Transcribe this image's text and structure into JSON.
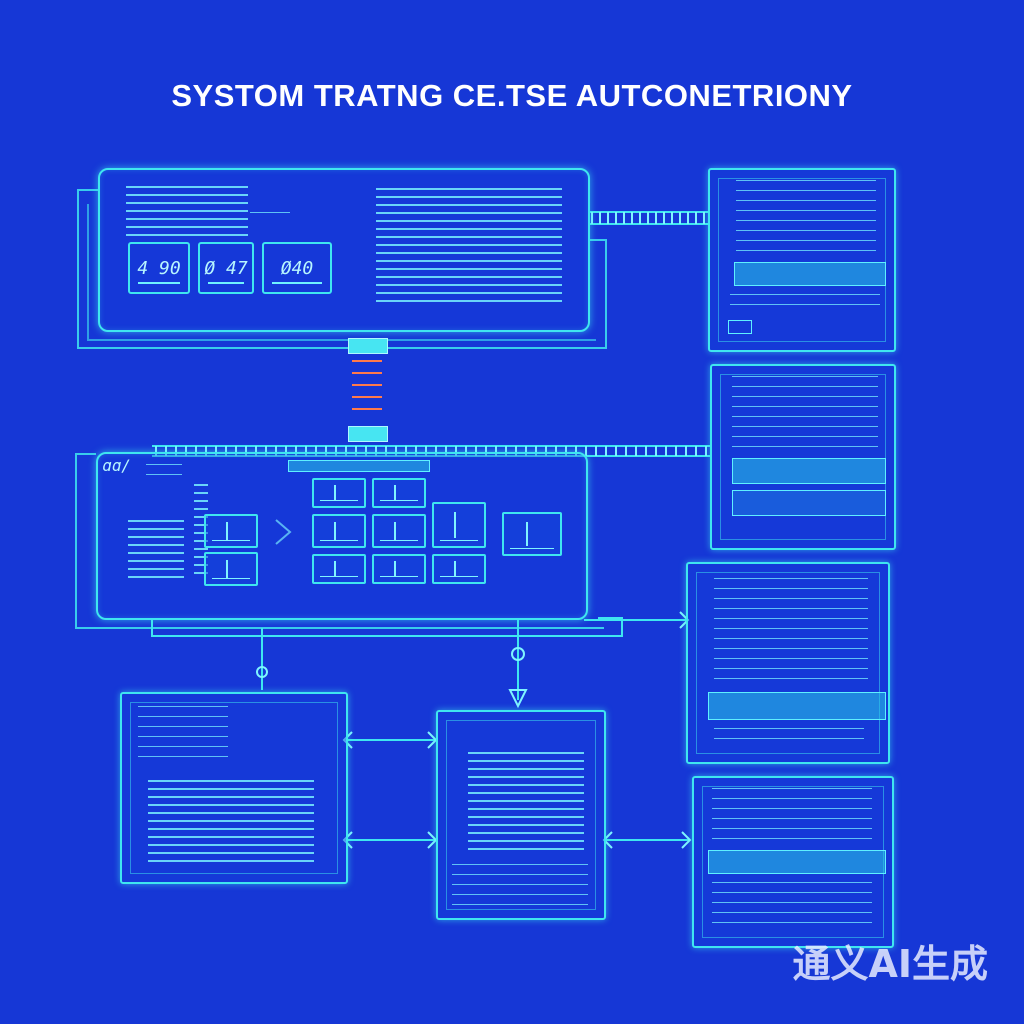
{
  "title": "SYSTOM TRATNG CE.TSE AUTCONETRIONY",
  "top_panel": {
    "readouts": [
      "4 90",
      "Ø 47",
      "Ø40"
    ]
  },
  "middle_panel": {
    "label": "ɑɑ/"
  },
  "watermark": "通义AI生成",
  "colors": {
    "background": "#1637d6",
    "line": "#3fe6f0",
    "accent": "#ff7a4a"
  }
}
